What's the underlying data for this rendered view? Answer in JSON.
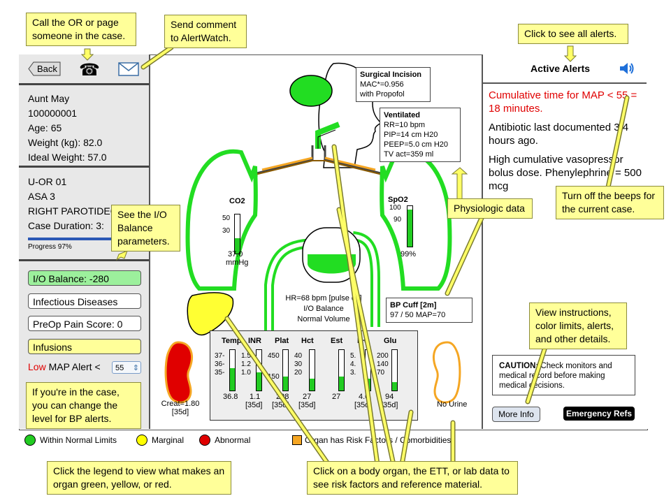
{
  "callouts": {
    "call_or": "Call the OR or page someone in the case.",
    "send_comment": "Send comment to AlertWatch.",
    "see_all_alerts": "Click to see all alerts.",
    "io_params": "See the I/O Balance parameters.",
    "physiologic": "Physiologic data",
    "turn_off_beeps": "Turn off the beeps for the current case.",
    "view_instructions": "View instructions, color limits, alerts, and other details.",
    "bp_alerts": "If you're in the case, you can change the level for BP alerts.",
    "legend_help": "Click the legend to view what makes an organ green, yellow, or red.",
    "organ_help": "Click on a body organ, the ETT, or lab data to see risk factors and reference material."
  },
  "toolbar": {
    "back_label": "Back"
  },
  "patient": {
    "name": "Aunt May",
    "mrn": "100000001",
    "age": "Age: 65",
    "weight": "Weight (kg): 82.0",
    "ideal_weight": "Ideal Weight: 57.0"
  },
  "case": {
    "room": "U-OR 01",
    "asa": "ASA 3",
    "procedure": "RIGHT PAROTIDEC",
    "duration": "Case Duration: 3:",
    "progress_label": "Progress 97%",
    "progress_value": 0.97
  },
  "buttons": {
    "io_balance": "I/O Balance: -280",
    "infectious": "Infectious Diseases",
    "preop_pain": "PreOp Pain Score: 0",
    "infusions": "Infusions"
  },
  "map_alert": {
    "low": "Low",
    "label": "MAP Alert <",
    "value": "55"
  },
  "surgical": {
    "title": "Surgical Incision",
    "mac": "MAC*=0.956",
    "agent": "with Propofol"
  },
  "ventilated": {
    "title": "Ventilated",
    "rr": "RR=10 bpm",
    "pip": "PIP=14 cm H20",
    "peep": "PEEP=5.0 cm H20",
    "tv": "TV act=359 ml"
  },
  "co2": {
    "label": "CO2",
    "tick_high": "50",
    "tick_low": "30",
    "value": "37.0",
    "unit": "mmHg",
    "level": 0.4
  },
  "spo2": {
    "label": "SpO2",
    "tick_high": "100",
    "tick_low": "90",
    "value": "99%",
    "level": 0.92
  },
  "heart": {
    "hr": "HR=68 bpm [pulse ox]",
    "io1": "I/O Balance",
    "io2": "Normal Volume"
  },
  "bp": {
    "title": "BP Cuff [2m]",
    "value": "97 / 50 MAP=70"
  },
  "kidney_left": {
    "creat": "Creat=1.80",
    "age": "[35d]"
  },
  "kidney_right": {
    "label": "No Urine"
  },
  "labs": [
    {
      "name": "Temp",
      "ticks": [
        "37-",
        "36-",
        "35-"
      ],
      "value": "36.8",
      "sub": "",
      "level": 0.55
    },
    {
      "name": "INR",
      "ticks": [
        "1.5",
        "1.2",
        "1.0"
      ],
      "value": "1.1",
      "sub": "[35d]",
      "level": 0.45
    },
    {
      "name": "Plat",
      "ticks": [
        "450",
        "150"
      ],
      "value": "298",
      "sub": "[35d]",
      "level": 0.35
    },
    {
      "name": "Hct",
      "ticks": [
        "40",
        "30",
        "20"
      ],
      "value": "27",
      "sub": "[35d]",
      "level": 0.3
    },
    {
      "name": "Est",
      "ticks": [],
      "value": "27",
      "sub": "",
      "level": 0.35
    },
    {
      "name": "K+",
      "ticks": [
        "5.",
        "4.",
        "3."
      ],
      "value": "4.0",
      "sub": "[35d]",
      "level": 0.3
    },
    {
      "name": "Glu",
      "ticks": [
        "200",
        "140",
        "70"
      ],
      "value": "94",
      "sub": "[35d]",
      "level": 0.2
    }
  ],
  "alerts": {
    "title": "Active Alerts",
    "items": [
      "Cumulative time for MAP < 55 = 18 minutes.",
      "Antibiotic last documented 3.4 hours ago.",
      "High cumulative vasopressor bolus dose. Phenylephrine = 500 mcg"
    ],
    "caution_bold": "CAUTION:",
    "caution_text": "Check monitors and medical record before making medical decisions.",
    "more_info": "More Info",
    "emergency": "Emergency Refs"
  },
  "legend": {
    "normal": "Within Normal Limits",
    "marginal": "Marginal",
    "abnormal": "Abnormal",
    "risk": "Organ has Risk Factors / Comorbidities"
  },
  "colors": {
    "normal": "#22cc22",
    "marginal": "#ffff00",
    "abnormal": "#e00000",
    "risk": "#f5a623",
    "alert_red": "#e00000",
    "callout_bg": "#ffff99"
  }
}
